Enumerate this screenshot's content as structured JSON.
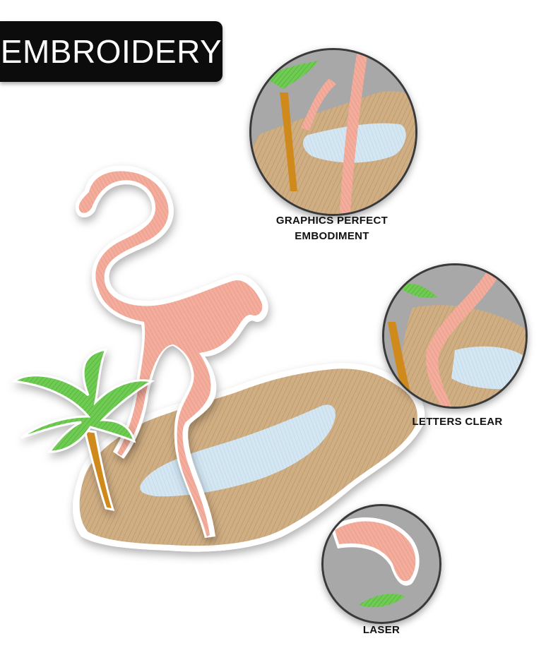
{
  "title": "EMBROIDERY",
  "callouts": [
    {
      "line1": "GRAPHICS PERFECT",
      "line2": "EMBODIMENT"
    },
    {
      "label": "LETTERS CLEAR"
    },
    {
      "label": "LASER"
    }
  ],
  "colors": {
    "badge": "#0c0c0c",
    "flamingo": "#f2a99a",
    "sand": "#cfae84",
    "water": "#cfe3f0",
    "palm_leaf": "#6cc94e",
    "palm_trunk": "#d08a1c"
  }
}
